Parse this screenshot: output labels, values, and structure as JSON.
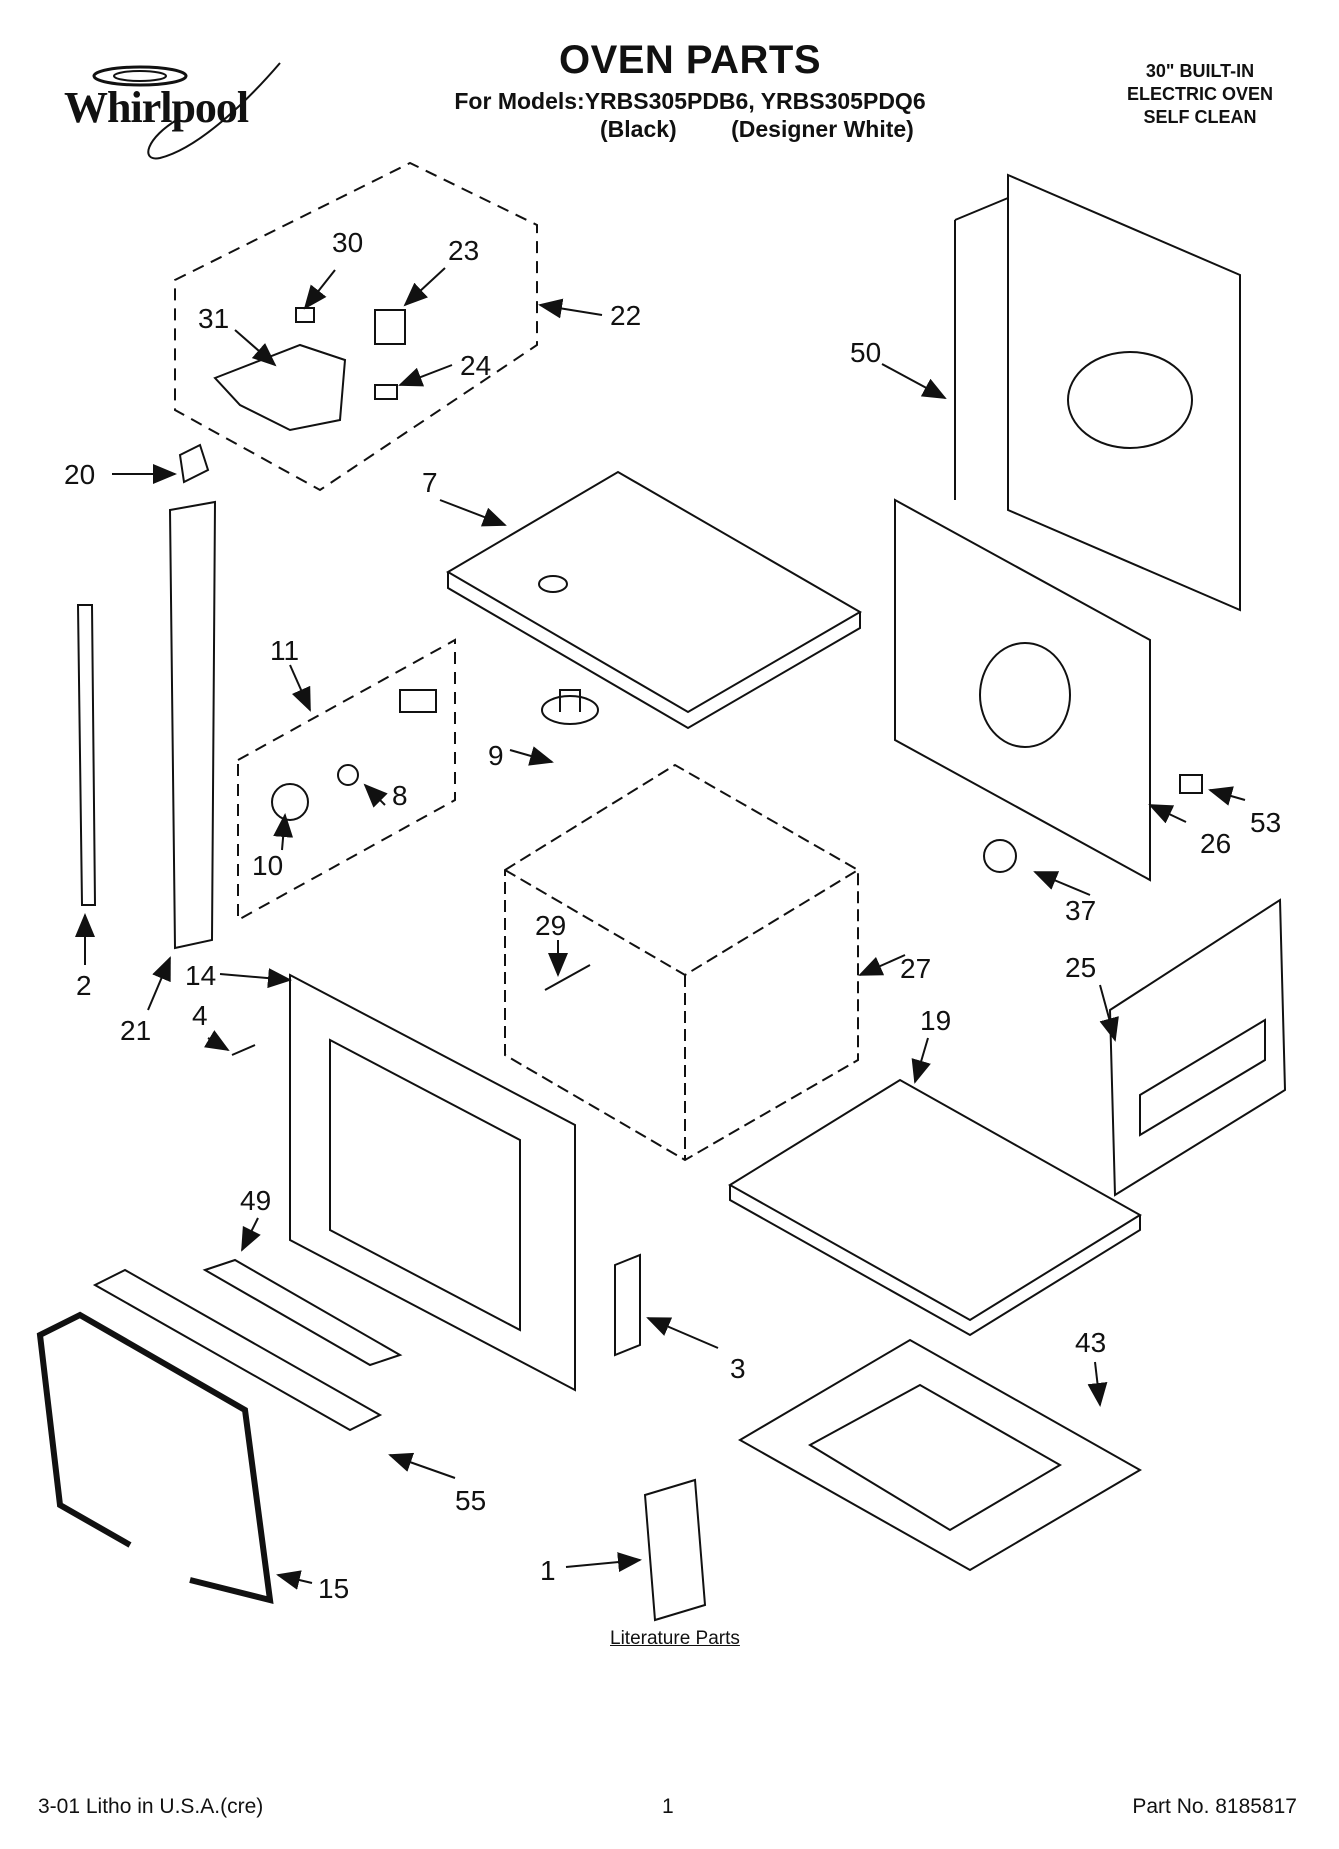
{
  "header": {
    "brand": "Whirlpool",
    "title": "OVEN PARTS",
    "models_line": "For Models:YRBS305PDB6, YRBS305PDQ6",
    "variant_black": "(Black)",
    "variant_white": "(Designer White)",
    "spec_lines": [
      "30\" BUILT-IN",
      "ELECTRIC OVEN",
      "SELF CLEAN"
    ]
  },
  "callouts": [
    "30",
    "23",
    "22",
    "31",
    "24",
    "20",
    "7",
    "50",
    "11",
    "8",
    "10",
    "9",
    "2",
    "21",
    "14",
    "4",
    "29",
    "27",
    "26",
    "53",
    "37",
    "25",
    "19",
    "49",
    "3",
    "43",
    "55",
    "15",
    "1"
  ],
  "literature_label": "Literature Parts",
  "footer": {
    "left": "3-01 Litho in U.S.A.(cre)",
    "center": "1",
    "right": "Part No. 8185817"
  },
  "colors": {
    "ink": "#111111",
    "background": "#ffffff"
  }
}
